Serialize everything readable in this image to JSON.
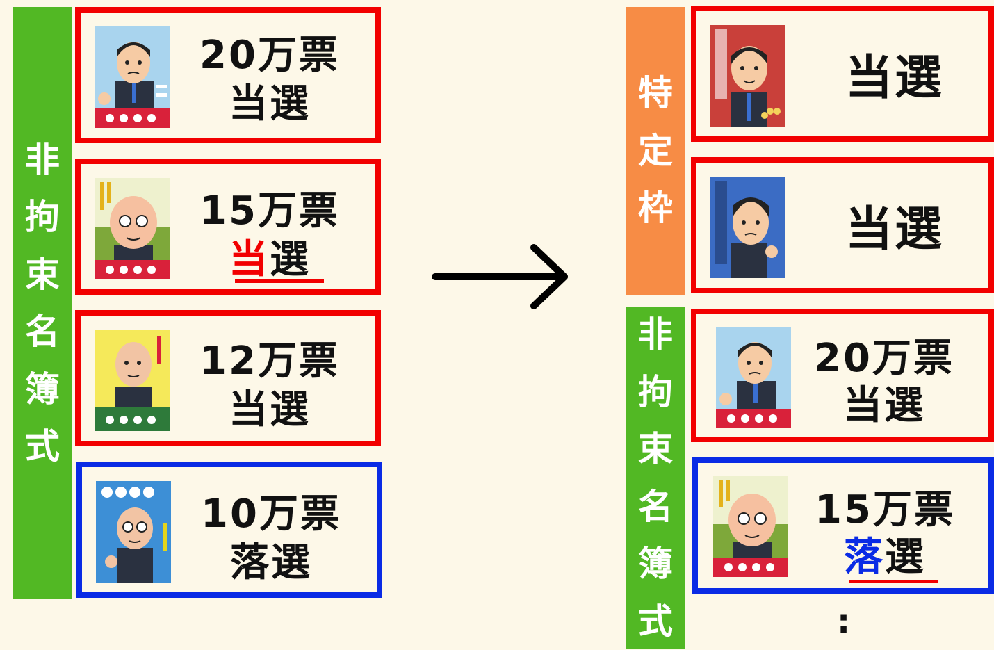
{
  "left_label": [
    "非",
    "拘",
    "束",
    "名",
    "簿",
    "式"
  ],
  "right_label_top": [
    "特",
    "定",
    "枠"
  ],
  "right_label_bottom": [
    "非",
    "拘",
    "束",
    "名",
    "簿",
    "式"
  ],
  "left_cards": [
    {
      "votes": "20万票",
      "result": "当選",
      "r1": "当",
      "r2": "選"
    },
    {
      "votes": "15万票",
      "result": "当選",
      "r1": "当",
      "r2": "選"
    },
    {
      "votes": "12万票",
      "result": "当選",
      "r1": "当",
      "r2": "選"
    },
    {
      "votes": "10万票",
      "result": "落選",
      "r1": "落",
      "r2": "選"
    }
  ],
  "right_cards": [
    {
      "result": "当選"
    },
    {
      "result": "当選"
    },
    {
      "votes": "20万票",
      "result": "当選"
    },
    {
      "votes": "15万票",
      "result": "落選",
      "r1": "落",
      "r2": "選"
    }
  ],
  "continuation": ":",
  "colors": {
    "green": "#52b824",
    "orange": "#f78c45",
    "red": "#f20000",
    "blue": "#0a2be5",
    "background": "#fdf8e8"
  },
  "icons": [
    "candidate-portrait-icon",
    "arrow-right-icon"
  ]
}
